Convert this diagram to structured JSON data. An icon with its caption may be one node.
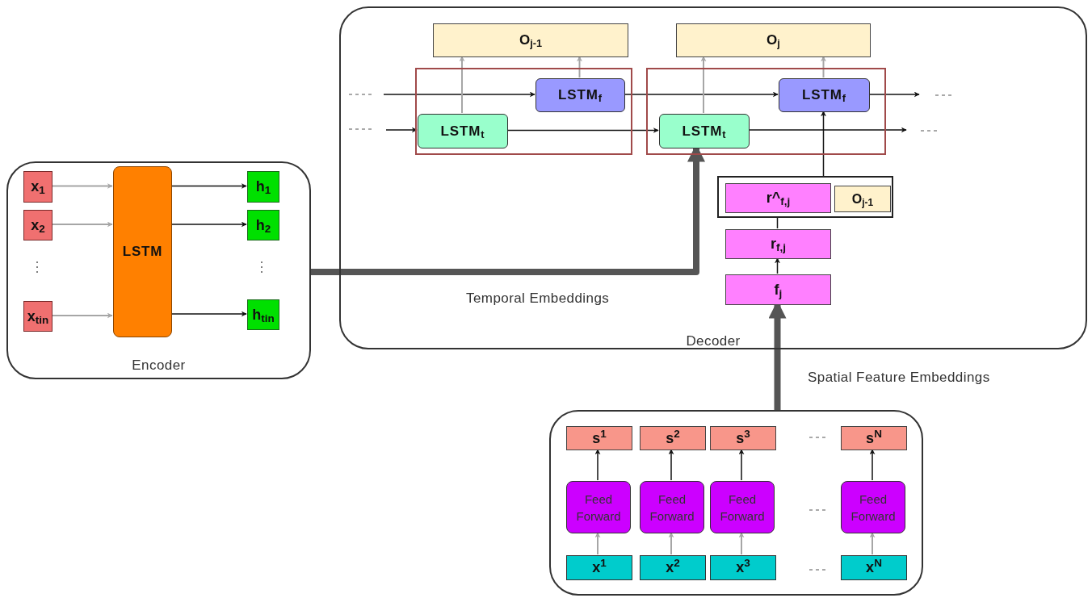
{
  "diagram": {
    "nodes": [
      {
        "text": [
          "Encoder"
        ]
      },
      {
        "text": [
          "x$_{1}$"
        ],
        "in": 0
      },
      {
        "text": [
          "x$_{2}$"
        ],
        "in": 0
      },
      {
        "text": [
          "x$_{tin}$"
        ],
        "in": 0
      },
      {
        "text": [
          "LSTM"
        ],
        "in": 0
      },
      {
        "text": [
          "h$_{1}$"
        ],
        "in": 0
      },
      {
        "text": [
          "h$_{2}$"
        ],
        "in": 0
      },
      {
        "text": [
          "h$_{tin}$"
        ],
        "in": 0
      },
      {
        "text": [
          "Decoder"
        ]
      },
      {
        "text": [
          "O$_{j-1}$"
        ],
        "in": 8
      },
      {
        "text": [
          "O$_{j}$"
        ],
        "in": 8
      },
      {
        "text": [],
        "shape": "box",
        "in": 8
      },
      {
        "text": [],
        "shape": "box",
        "in": 8
      },
      {
        "text": [
          "LSTM$_{f}$"
        ],
        "in": 11
      },
      {
        "text": [
          "LSTM$_{t}$"
        ],
        "in": 11
      },
      {
        "text": [
          "LSTM$_{t}$"
        ],
        "in": 12
      },
      {
        "text": [
          "LSTM$_{f}$"
        ],
        "in": 12
      },
      {
        "text": [],
        "shape": "box",
        "in": 8
      },
      {
        "text": [
          "r^$_{f,j}$"
        ],
        "in": 17
      },
      {
        "text": [
          "O$_{j-1}$"
        ],
        "in": 17
      },
      {
        "text": [
          "r$_{f,j}$"
        ],
        "in": 8
      },
      {
        "text": [
          "f$_{j}$"
        ],
        "in": 8
      },
      {
        "text": [],
        "shape": "box"
      },
      {
        "text": [
          "s$^{1}$"
        ],
        "in": 22
      },
      {
        "text": [
          "s$^{2}$"
        ],
        "in": 22
      },
      {
        "text": [
          "s$^{3}$"
        ],
        "in": 22
      },
      {
        "text": [
          "s$^{N}$"
        ],
        "in": 22
      },
      {
        "text": [
          "Feed Forward"
        ],
        "in": 22
      },
      {
        "text": [
          "Feed Forward"
        ],
        "in": 22
      },
      {
        "text": [
          "Feed Forward"
        ],
        "in": 22
      },
      {
        "text": [
          "Feed Forward"
        ],
        "in": 22
      },
      {
        "text": [
          "x$^{1}$"
        ],
        "in": 22
      },
      {
        "text": [
          "x$^{2}$"
        ],
        "in": 22
      },
      {
        "text": [
          "x$^{3}$"
        ],
        "in": 22
      },
      {
        "text": [
          "x$^{N}$"
        ],
        "in": 22
      }
    ],
    "edges": [
      {
        "from": 1,
        "to": 4,
        "arrow": "to",
        "color": "#a6a6a6"
      },
      {
        "from": 2,
        "to": 4,
        "arrow": "to",
        "color": "#a6a6a6"
      },
      {
        "from": 3,
        "to": 4,
        "arrow": "to",
        "color": "#a6a6a6"
      },
      {
        "from": 4,
        "to": 5,
        "arrow": "to"
      },
      {
        "from": 4,
        "to": 6,
        "arrow": "to"
      },
      {
        "from": 4,
        "to": 7,
        "arrow": "to"
      },
      {
        "from": 0,
        "to": 15,
        "arrow": "to",
        "style": "thick",
        "color": "#555555"
      },
      {
        "from": null,
        "to": 13,
        "arrow": "to"
      },
      {
        "from": null,
        "to": 14,
        "arrow": "to"
      },
      {
        "from": 13,
        "to": 16,
        "arrow": "to"
      },
      {
        "from": 14,
        "to": 15,
        "arrow": "to"
      },
      {
        "from": 14,
        "to": 9,
        "arrow": "to",
        "color": "#a6a6a6"
      },
      {
        "from": 13,
        "to": 9,
        "arrow": "to",
        "color": "#a6a6a6"
      },
      {
        "from": 15,
        "to": 10,
        "arrow": "to",
        "color": "#a6a6a6"
      },
      {
        "from": 16,
        "to": 10,
        "arrow": "to",
        "color": "#a6a6a6"
      },
      {
        "from": 16,
        "to": null,
        "arrow": "to"
      },
      {
        "from": 15,
        "to": null,
        "arrow": "to"
      },
      {
        "from": 17,
        "to": 16,
        "arrow": "to"
      },
      {
        "from": 20,
        "to": 18,
        "arrow": "to"
      },
      {
        "from": 21,
        "to": 20,
        "arrow": "to"
      },
      {
        "from": 22,
        "to": 21,
        "arrow": "to",
        "style": "thick",
        "color": "#555555"
      },
      {
        "from": 27,
        "to": 23,
        "arrow": "to"
      },
      {
        "from": 28,
        "to": 24,
        "arrow": "to"
      },
      {
        "from": 29,
        "to": 25,
        "arrow": "to"
      },
      {
        "from": 30,
        "to": 26,
        "arrow": "to"
      },
      {
        "from": 31,
        "to": 27,
        "arrow": "to",
        "color": "#a6a6a6"
      },
      {
        "from": 32,
        "to": 28,
        "arrow": "to",
        "color": "#a6a6a6"
      },
      {
        "from": 33,
        "to": 29,
        "arrow": "to",
        "color": "#a6a6a6"
      },
      {
        "from": 34,
        "to": 30,
        "arrow": "to",
        "color": "#a6a6a6"
      }
    ],
    "labels": [
      "Temporal Embeddings",
      "Spatial Feature Embeddings"
    ]
  }
}
